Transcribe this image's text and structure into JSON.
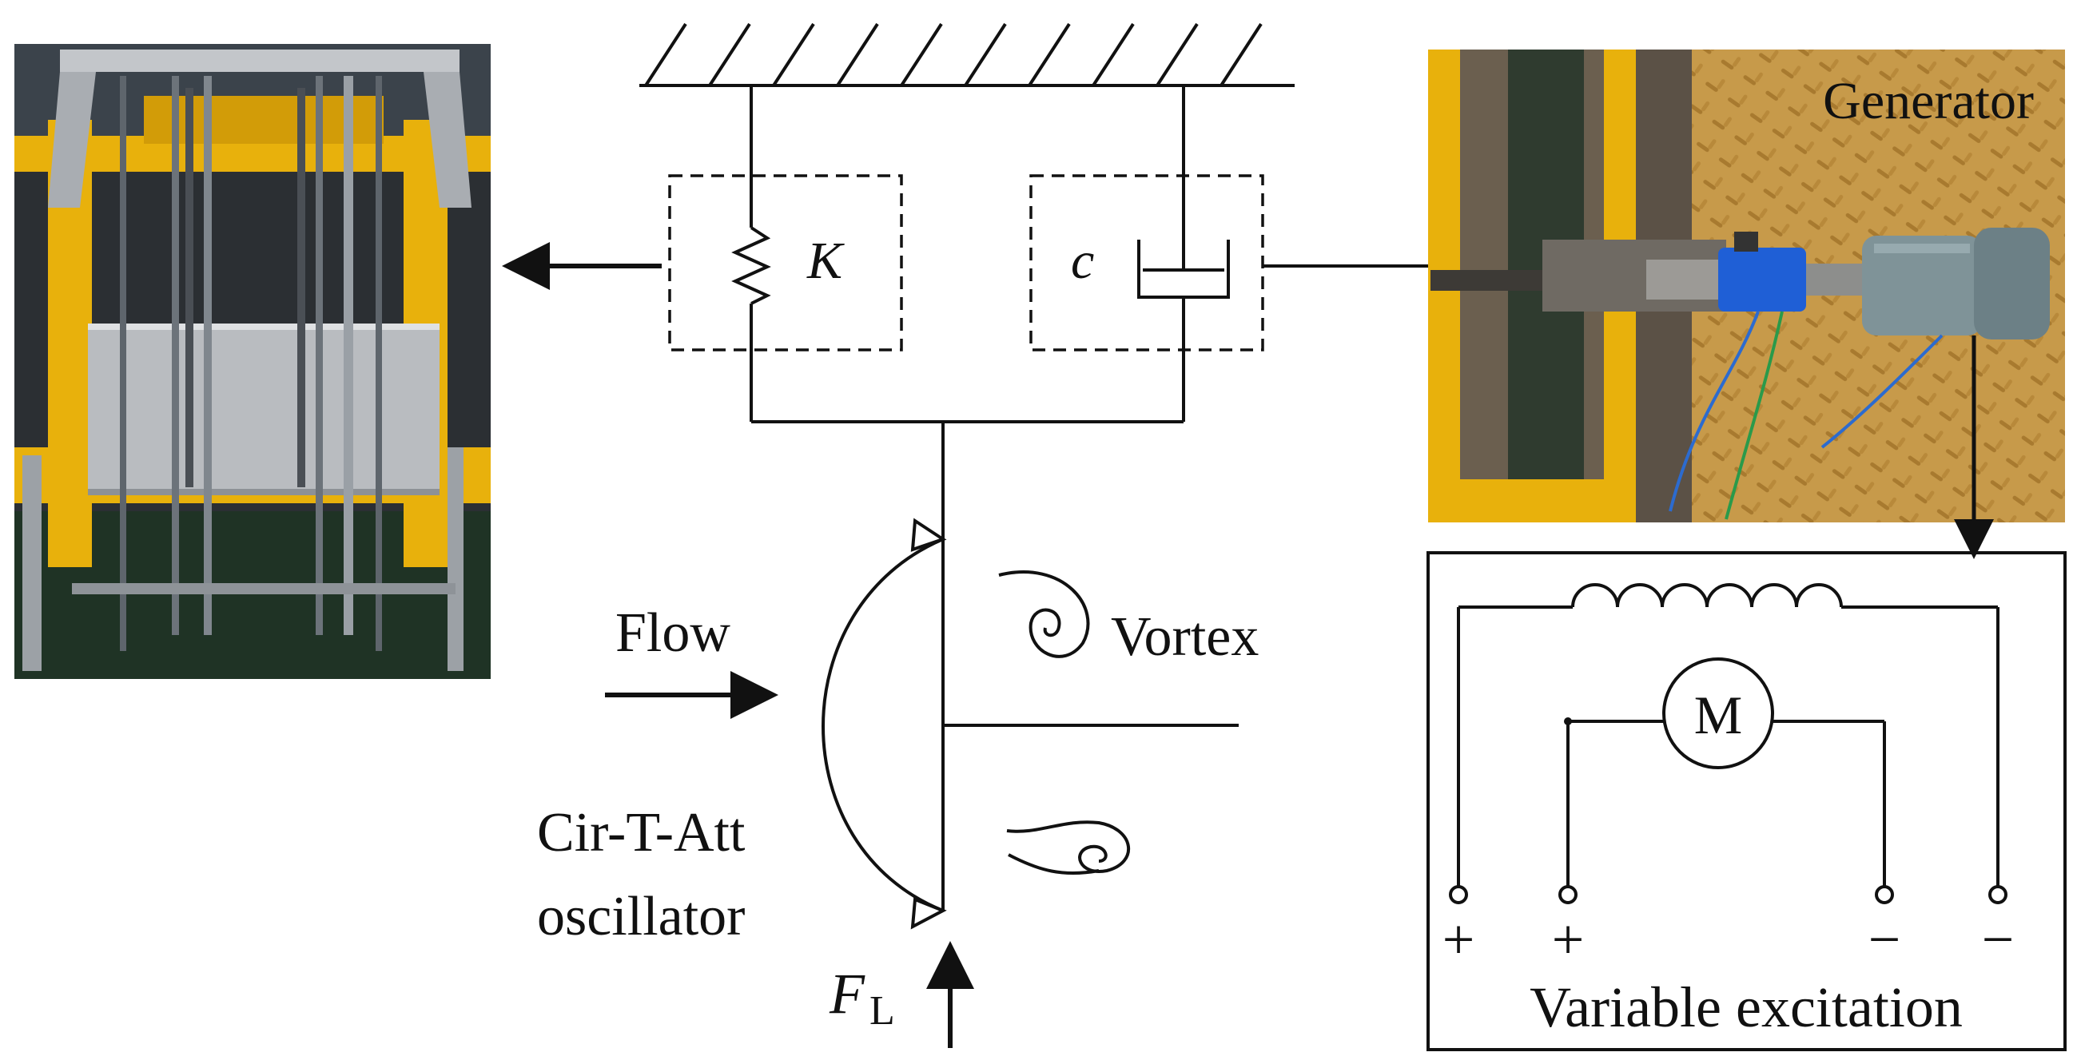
{
  "labels": {
    "spring": "K",
    "damper": "c",
    "generator": "Generator",
    "flow": "Flow",
    "vortex": "Vortex",
    "oscillator_line1": "Cir-T-Att",
    "oscillator_line2": "oscillator",
    "force_main": "F",
    "force_sub": "L",
    "motor": "M",
    "plus_1": "+",
    "plus_2": "+",
    "minus_1": "−",
    "minus_2": "−",
    "variable_excitation": "Variable excitation"
  },
  "colors": {
    "line": "#111111",
    "frame_yellow": "#e8b10c",
    "steel": "#b9bcc0",
    "floor": "#c79a4a",
    "motor_blue": "#1f5fd6",
    "generator_grey": "#7f9398"
  },
  "icons": {
    "left_photo": "test-rig-photo-icon",
    "right_photo": "generator-photo-icon"
  }
}
